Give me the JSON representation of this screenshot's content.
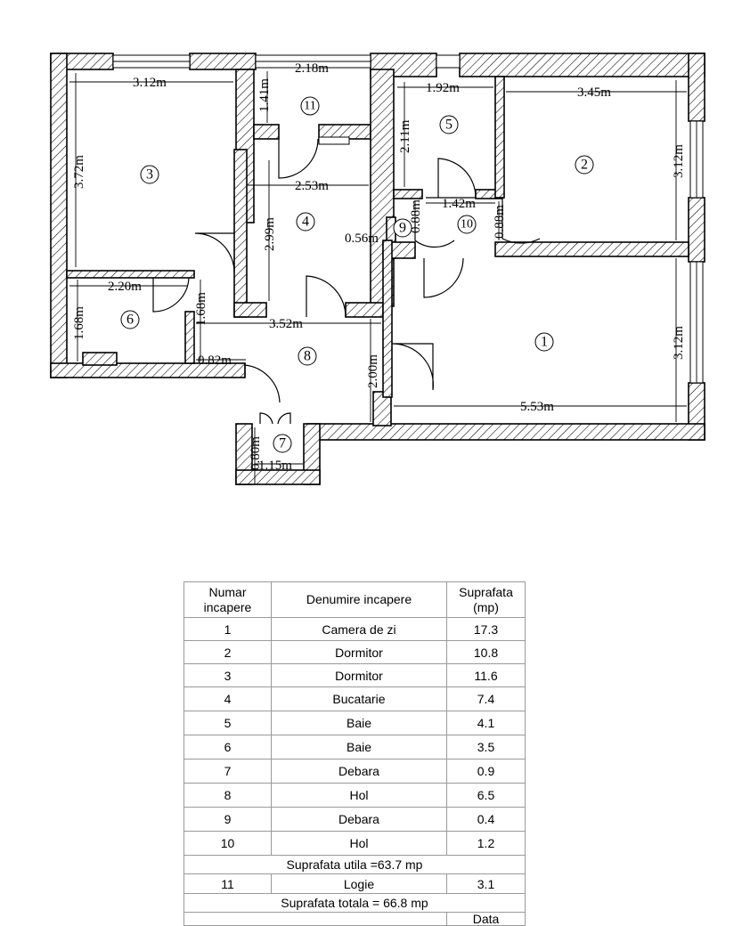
{
  "plan": {
    "dimensions": {
      "r3_width": "3.12m",
      "r3_height": "3.72m",
      "r11_width": "2.18m",
      "r11_height": "1.41m",
      "r5_width": "1.92m",
      "r5_height": "2.11m",
      "r2_width": "3.45m",
      "r2_height": "3.12m",
      "r4_width": "2.53m",
      "r4_height": "2.99m",
      "r10_width": "1.42m",
      "r9_height": "0.88m",
      "r10_height": "0.88m",
      "r9_width": "0.56m",
      "r6_width": "2.20m",
      "r6_height_left": "1.68m",
      "r6_height_right": "1.68m",
      "hall_width": "3.52m",
      "hall_height": "2.00m",
      "hall_small": "0.82m",
      "r1_height": "3.12m",
      "r1_width": "5.53m",
      "r7_height": "0.80m",
      "r7_width": "1.15m"
    },
    "room_numbers": [
      "1",
      "2",
      "3",
      "4",
      "5",
      "6",
      "7",
      "8",
      "9",
      "10",
      "11"
    ]
  },
  "table": {
    "headers": [
      "Numar incapere",
      "Denumire incapere",
      "Suprafata (mp)"
    ],
    "rows": [
      {
        "num": "1",
        "name": "Camera de zi",
        "area": "17.3"
      },
      {
        "num": "2",
        "name": "Dormitor",
        "area": "10.8"
      },
      {
        "num": "3",
        "name": "Dormitor",
        "area": "11.6"
      },
      {
        "num": "4",
        "name": "Bucatarie",
        "area": "7.4"
      },
      {
        "num": "5",
        "name": "Baie",
        "area": "4.1"
      },
      {
        "num": "6",
        "name": "Baie",
        "area": "3.5"
      },
      {
        "num": "7",
        "name": "Debara",
        "area": "0.9"
      },
      {
        "num": "8",
        "name": "Hol",
        "area": "6.5"
      },
      {
        "num": "9",
        "name": "Debara",
        "area": "0.4"
      },
      {
        "num": "10",
        "name": "Hol",
        "area": "1.2"
      }
    ],
    "useful_area": "Suprafata utila =63.7 mp",
    "loggia": {
      "num": "11",
      "name": "Logie",
      "area": "3.1"
    },
    "total_area": "Suprafata totala = 66.8 mp",
    "date_label": "Data"
  }
}
